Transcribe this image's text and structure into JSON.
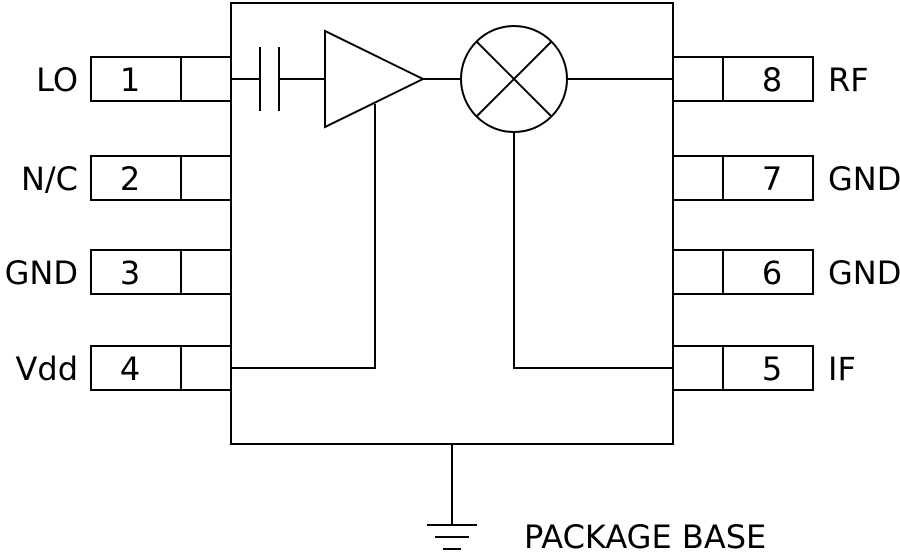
{
  "pins": {
    "left": [
      {
        "name": "LO",
        "number": "1"
      },
      {
        "name": "N/C",
        "number": "2"
      },
      {
        "name": "GND",
        "number": "3"
      },
      {
        "name": "Vdd",
        "number": "4"
      }
    ],
    "right": [
      {
        "name": "RF",
        "number": "8"
      },
      {
        "name": "GND",
        "number": "7"
      },
      {
        "name": "GND",
        "number": "6"
      },
      {
        "name": "IF",
        "number": "5"
      }
    ]
  },
  "ground_label": "PACKAGE BASE"
}
